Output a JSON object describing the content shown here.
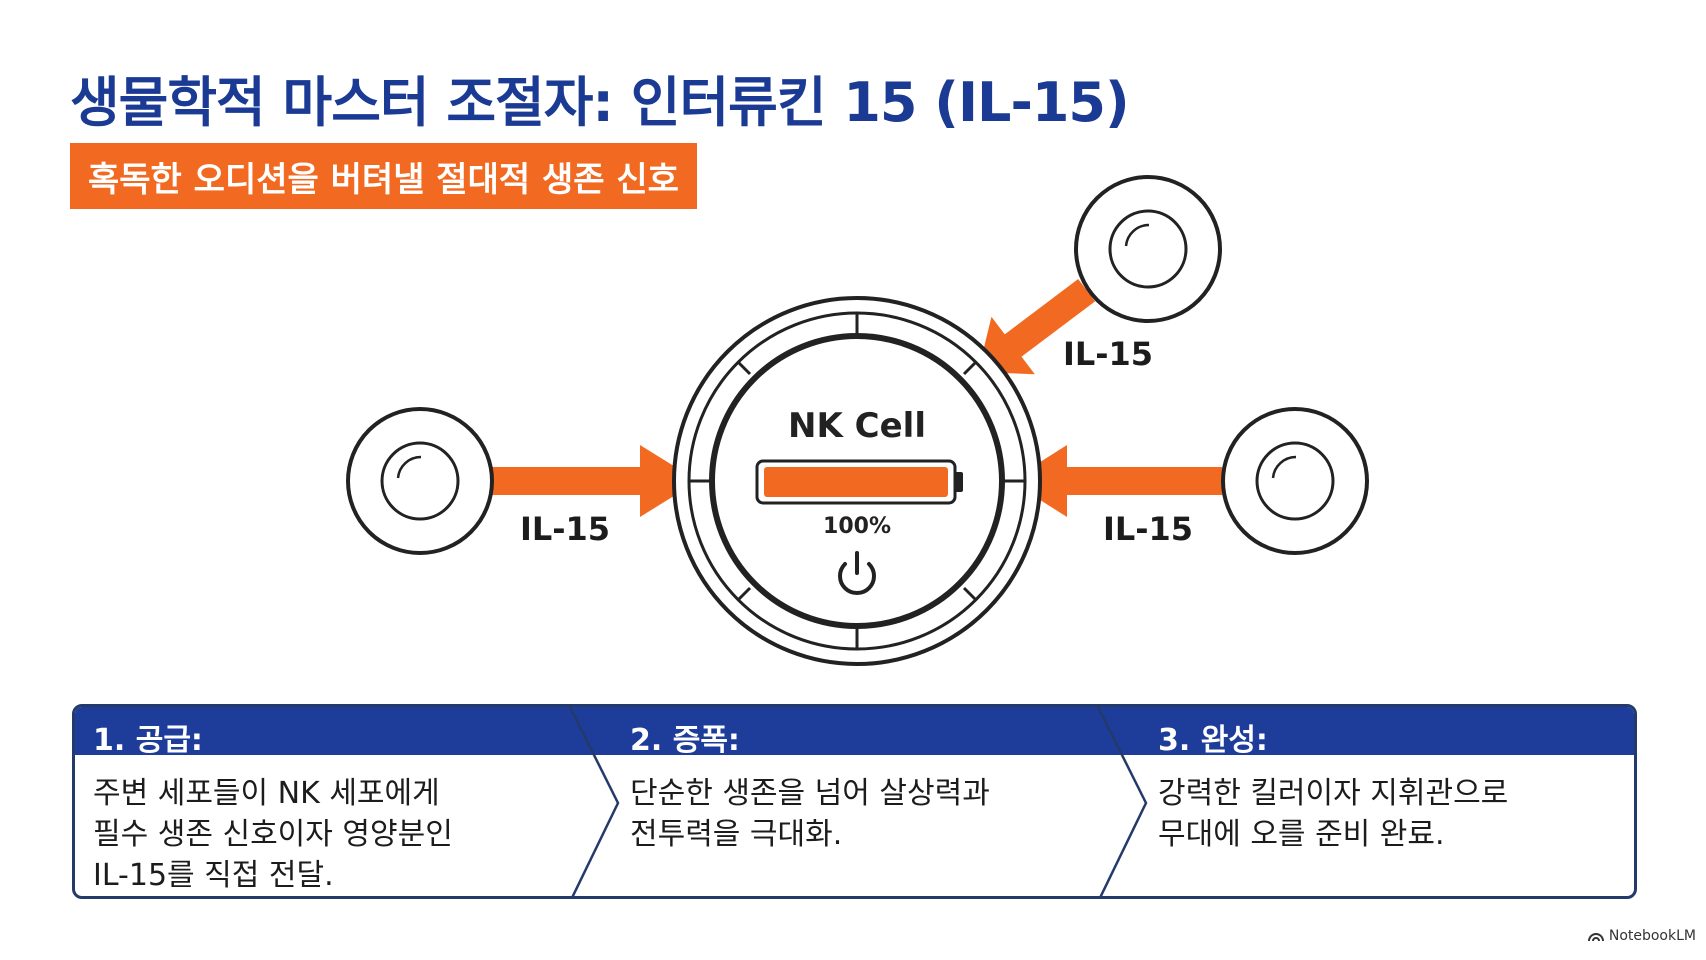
{
  "title": "생물학적 마스터 조절자: 인터류킨 15 (IL-15)",
  "subtitle": "혹독한 오디션을 버텨낼 절대적 생존 신호",
  "diagram": {
    "center": {
      "label": "NK Cell",
      "charge_text": "100%",
      "charge_level": 1.0
    },
    "signals": [
      {
        "label": "IL-15"
      },
      {
        "label": "IL-15"
      },
      {
        "label": "IL-15"
      }
    ],
    "colors": {
      "primary": "#1a3a93",
      "accent": "#f26a21",
      "outline": "#222222"
    }
  },
  "stages": [
    {
      "title": "1. 공급:",
      "lines": [
        "주변 세포들이 NK 세포에게",
        "필수 생존 신호이자 영양분인",
        "IL-15를 직접 전달."
      ]
    },
    {
      "title": "2. 증폭:",
      "lines": [
        "단순한 생존을 넘어 살상력과",
        "전투력을 극대화."
      ]
    },
    {
      "title": "3. 완성:",
      "lines": [
        "강력한 킬러이자 지휘관으로",
        "무대에 오를 준비 완료."
      ]
    }
  ],
  "brand": {
    "label": "NotebookLM",
    "icon": "notebooklm-logo-icon"
  }
}
